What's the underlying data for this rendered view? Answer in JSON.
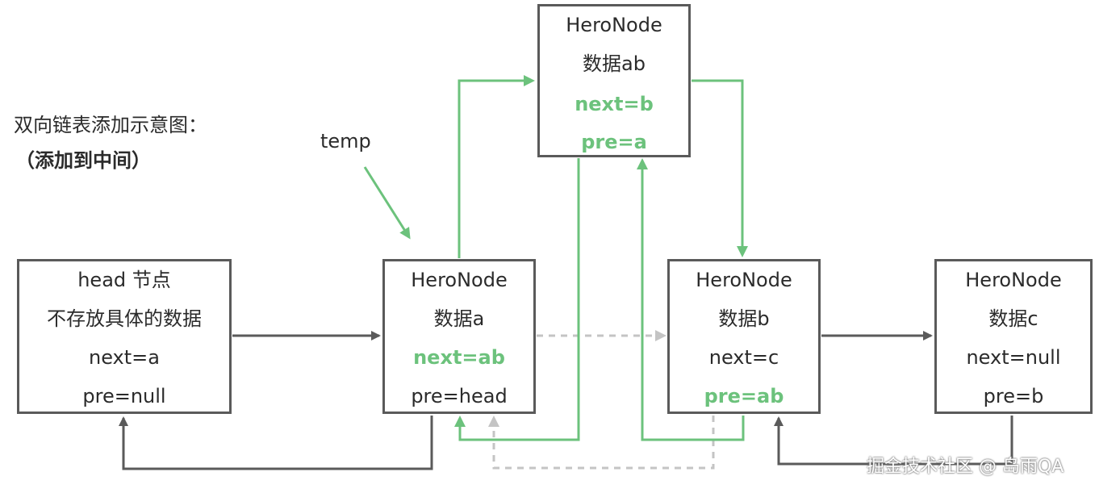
{
  "caption": {
    "title": "双向链表添加示意图：",
    "subtitle": "（添加到中间）"
  },
  "temp_label": "temp",
  "watermark": "掘金技术社区 @ 岛雨QA",
  "colors": {
    "box_border": "#5a5a5a",
    "text": "#2b2b2b",
    "new_link": "#6cc27c",
    "old_link": "#c4c4c4",
    "normal_link": "#5a5a5a"
  },
  "nodes": {
    "head": {
      "line1": "head 节点",
      "line2": "不存放具体的数据",
      "line3": "next=a",
      "line4": "pre=null"
    },
    "a": {
      "line1": "HeroNode",
      "line2": "数据a",
      "line3": "next=ab",
      "line4": "pre=head"
    },
    "ab": {
      "line1": "HeroNode",
      "line2": "数据ab",
      "line3": "next=b",
      "line4": "pre=a"
    },
    "b": {
      "line1": "HeroNode",
      "line2": "数据b",
      "line3": "next=c",
      "line4": "pre=ab"
    },
    "c": {
      "line1": "HeroNode",
      "line2": "数据c",
      "line3": "next=null",
      "line4": "pre=b"
    }
  }
}
